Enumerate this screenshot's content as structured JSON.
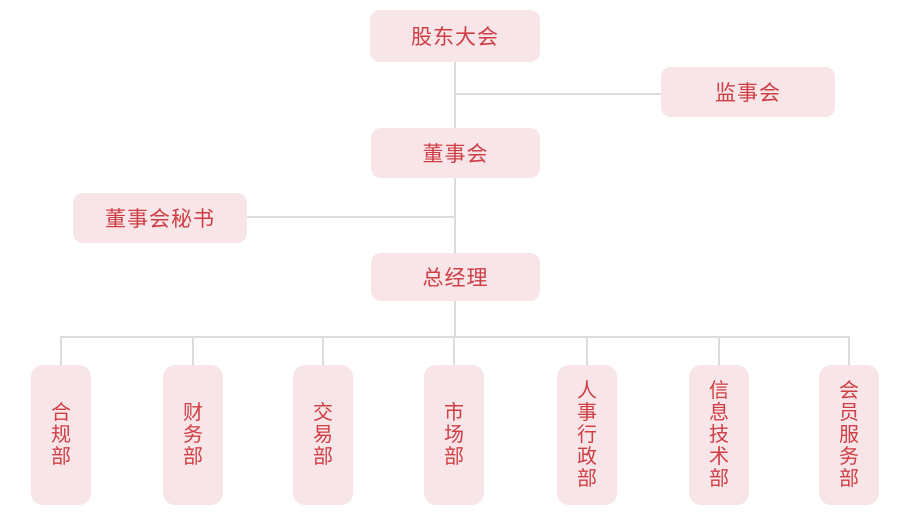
{
  "org_chart": {
    "shareholders_meeting": {
      "label": "股东大会",
      "parent": null
    },
    "supervisory_board": {
      "label": "监事会",
      "parent": "股东大会"
    },
    "board_of_directors": {
      "label": "董事会",
      "parent": "股东大会"
    },
    "board_secretary": {
      "label": "董事会秘书",
      "parent": "董事会"
    },
    "general_manager": {
      "label": "总经理",
      "parent": "董事会"
    },
    "departments": [
      {
        "label": "合规部",
        "parent": "总经理"
      },
      {
        "label": "财务部",
        "parent": "总经理"
      },
      {
        "label": "交易部",
        "parent": "总经理"
      },
      {
        "label": "市场部",
        "parent": "总经理"
      },
      {
        "label": "人事行政部",
        "parent": "总经理"
      },
      {
        "label": "信息技术部",
        "parent": "总经理"
      },
      {
        "label": "会员服务部",
        "parent": "总经理"
      }
    ]
  },
  "colors": {
    "background": "#ffffff",
    "node_fill": "#f7e5e7",
    "node_text": "#cf3e45",
    "connector": "#dcdcdc"
  }
}
